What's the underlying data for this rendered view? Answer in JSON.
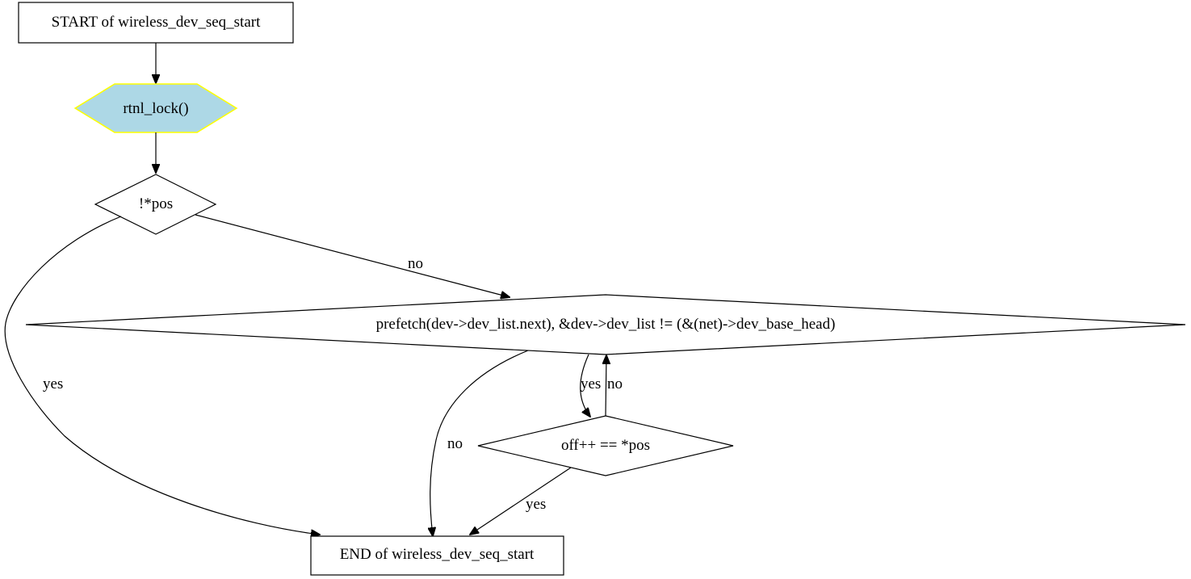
{
  "nodes": {
    "start": {
      "label": "START of wireless_dev_seq_start"
    },
    "lock": {
      "label": "rtnl_lock()",
      "fill": "#add8e6",
      "stroke": "#ffff00"
    },
    "pos_check": {
      "label": "!*pos"
    },
    "loop_cond": {
      "label": "prefetch(dev->dev_list.next), &dev->dev_list != (&(net)->dev_base_head)"
    },
    "off_check": {
      "label": "off++ == *pos"
    },
    "end": {
      "label": "END of wireless_dev_seq_start"
    }
  },
  "edges": {
    "pos_no": "no",
    "pos_yes": "yes",
    "loop_yes": "yes",
    "off_no": "no",
    "loop_no": "no",
    "off_yes": "yes"
  }
}
